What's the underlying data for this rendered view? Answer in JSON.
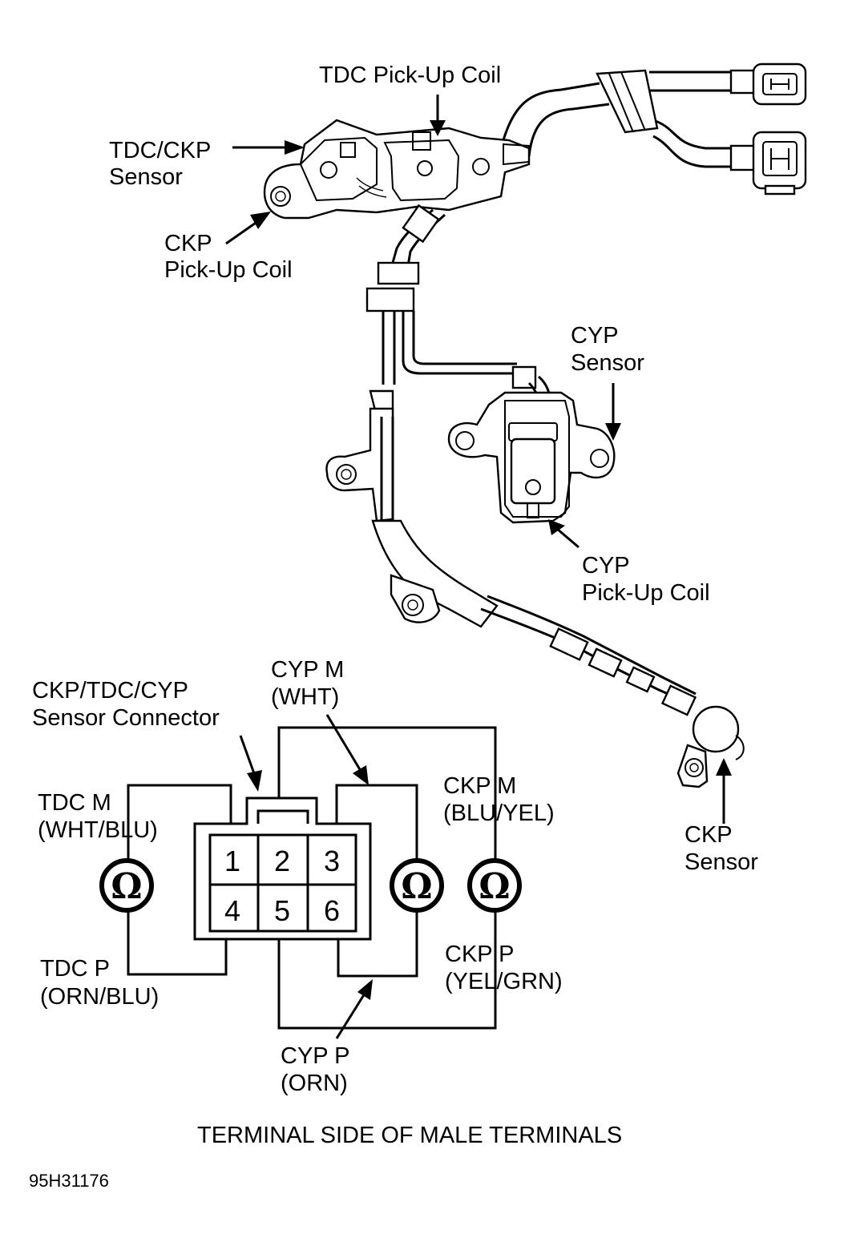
{
  "labels": {
    "tdc_pickup_coil": "TDC Pick-Up Coil",
    "tdc_ckp_sensor_1": "TDC/CKP",
    "tdc_ckp_sensor_2": "Sensor",
    "ckp_pickup_coil_1": "CKP",
    "ckp_pickup_coil_2": "Pick-Up Coil",
    "cyp_sensor_1": "CYP",
    "cyp_sensor_2": "Sensor",
    "cyp_pickup_coil_1": "CYP",
    "cyp_pickup_coil_2": "Pick-Up Coil",
    "ckp_sensor_1": "CKP",
    "ckp_sensor_2": "Sensor",
    "connector_1": "CKP/TDC/CYP",
    "connector_2": "Sensor Connector",
    "cyp_m_1": "CYP M",
    "cyp_m_2": "(WHT)",
    "tdc_m_1": "TDC M",
    "tdc_m_2": "(WHT/BLU)",
    "ckp_m_1": "CKP M",
    "ckp_m_2": "(BLU/YEL)",
    "tdc_p_1": "TDC P",
    "tdc_p_2": "(ORN/BLU)",
    "ckp_p_1": "CKP P",
    "ckp_p_2": "(YEL/GRN)",
    "cyp_p_1": "CYP P",
    "cyp_p_2": "(ORN)"
  },
  "connector_pins": [
    "1",
    "2",
    "3",
    "4",
    "5",
    "6"
  ],
  "ohmmeter_symbol": "Ω",
  "caption": "TERMINAL SIDE OF MALE TERMINALS",
  "figure_code": "95H31176"
}
